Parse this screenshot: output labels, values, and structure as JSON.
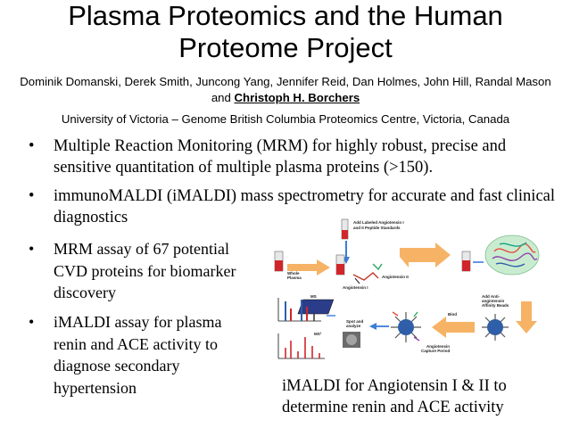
{
  "title": {
    "line1": "Plasma Proteomics and the Human",
    "line2": "Proteome Project"
  },
  "authors": {
    "plain": "Dominik Domanski, Derek Smith, Juncong Yang, Jennifer Reid, Dan Holmes, John Hill, Randal Mason and ",
    "highlighted": "Christoph H. Borchers"
  },
  "affiliation": "University of Victoria – Genome British Columbia Proteomics Centre, Victoria, Canada",
  "bullet_symbol": "•",
  "bullets": [
    "Multiple Reaction Monitoring (MRM) for highly robust, precise and sensitive quantitation of multiple plasma proteins (>150).",
    "immunoMALDI (iMALDI) mass spectrometry for accurate and fast clinical diagnostics",
    "MRM assay of 67 potential CVD proteins for biomarker discovery",
    "iMALDI assay for plasma renin and ACE activity to diagnose secondary hypertension"
  ],
  "diagram": {
    "labels": {
      "add_labeled": "Add Labeled Angiotensin I",
      "add_labeled_2": "and II Peptide Standards",
      "whole_plasma": "Whole",
      "whole_plasma_2": "Plasma",
      "angiotensin_ii": "Angiotensin II",
      "angiotensin_i": "Angiotensin I",
      "add_anti": "Add Anti-",
      "add_anti_2": "angiotensin",
      "add_anti_3": "Affinity Beads",
      "ms": "MS",
      "ms2": "MS²",
      "spot": "Spot and",
      "spot_2": "analyze",
      "bind": "Bind",
      "capture": "Angiotensin",
      "capture_2": "Capture Period"
    }
  },
  "caption": {
    "line1": "iMALDI for Angiotensin I & II to",
    "line2": "determine renin and ACE activity"
  },
  "colors": {
    "arrow_orange": "#f5a64a",
    "arrow_blue": "#3b7dd8",
    "tube_red": "#d0262b",
    "bead_blue": "#2f5fa8"
  }
}
